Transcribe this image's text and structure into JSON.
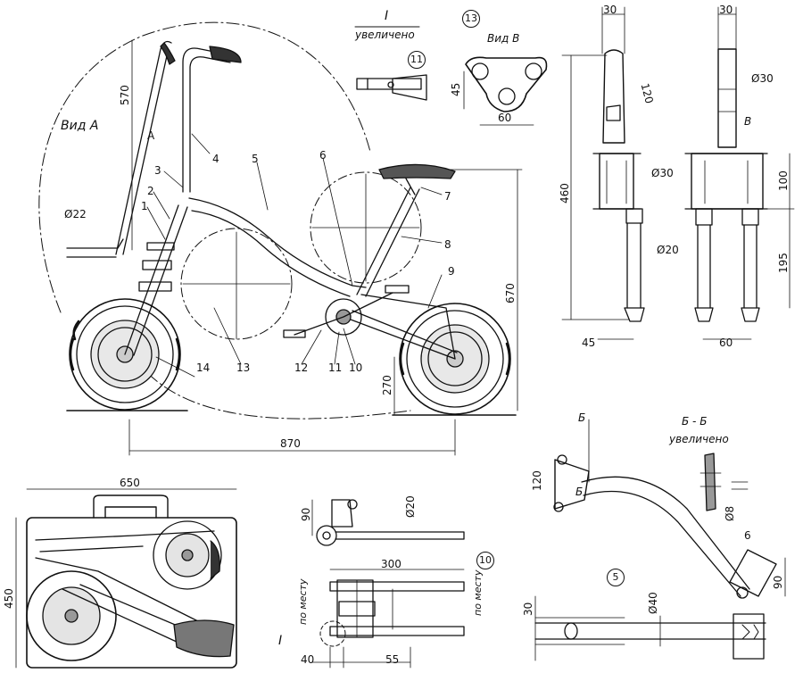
{
  "view_a": {
    "title": "Вид А",
    "arrow": "А",
    "dim_height": "570",
    "dim_tube": "Ø22"
  },
  "callout_i": {
    "roman": "I",
    "caption": "увеличено",
    "num": "11"
  },
  "view_b": {
    "num": "13",
    "title": "Вид В",
    "dim_h": "45",
    "dim_w": "60"
  },
  "fork_front": {
    "dim_top": "30",
    "dim_angle": "120",
    "dim_height": "460",
    "dim_tube": "Ø20",
    "dim_bottom": "45"
  },
  "fork_side": {
    "dim_top": "30",
    "dim_tube_top": "Ø30",
    "arrow": "В",
    "dim_mid_tube": "Ø30",
    "dim_100": "100",
    "dim_195": "195",
    "dim_bottom": "60"
  },
  "main_view": {
    "part_labels": [
      "1",
      "2",
      "3",
      "4",
      "5",
      "6",
      "7",
      "8",
      "9",
      "10",
      "11",
      "12",
      "13",
      "14"
    ],
    "dim_height": "670",
    "dim_wheelbase": "870",
    "dim_270": "270"
  },
  "section_bb": {
    "arrow": "Б",
    "title": "Б - Б",
    "caption": "увеличено",
    "dim_tube": "Ø8"
  },
  "part5": {
    "num": "5",
    "arrow": "Б",
    "dim_120": "120",
    "dim_6": "6",
    "dim_90": "90",
    "dim_30": "30",
    "dim_tube": "Ø40"
  },
  "case": {
    "dim_width": "650",
    "dim_height": "450"
  },
  "part10": {
    "num": "10",
    "dim_90": "90",
    "dim_tube": "Ø20",
    "dim_length": "300",
    "in_place_left": "по месту",
    "in_place_right": "по месту",
    "callout": "I",
    "dim_40": "40",
    "dim_55": "55"
  }
}
